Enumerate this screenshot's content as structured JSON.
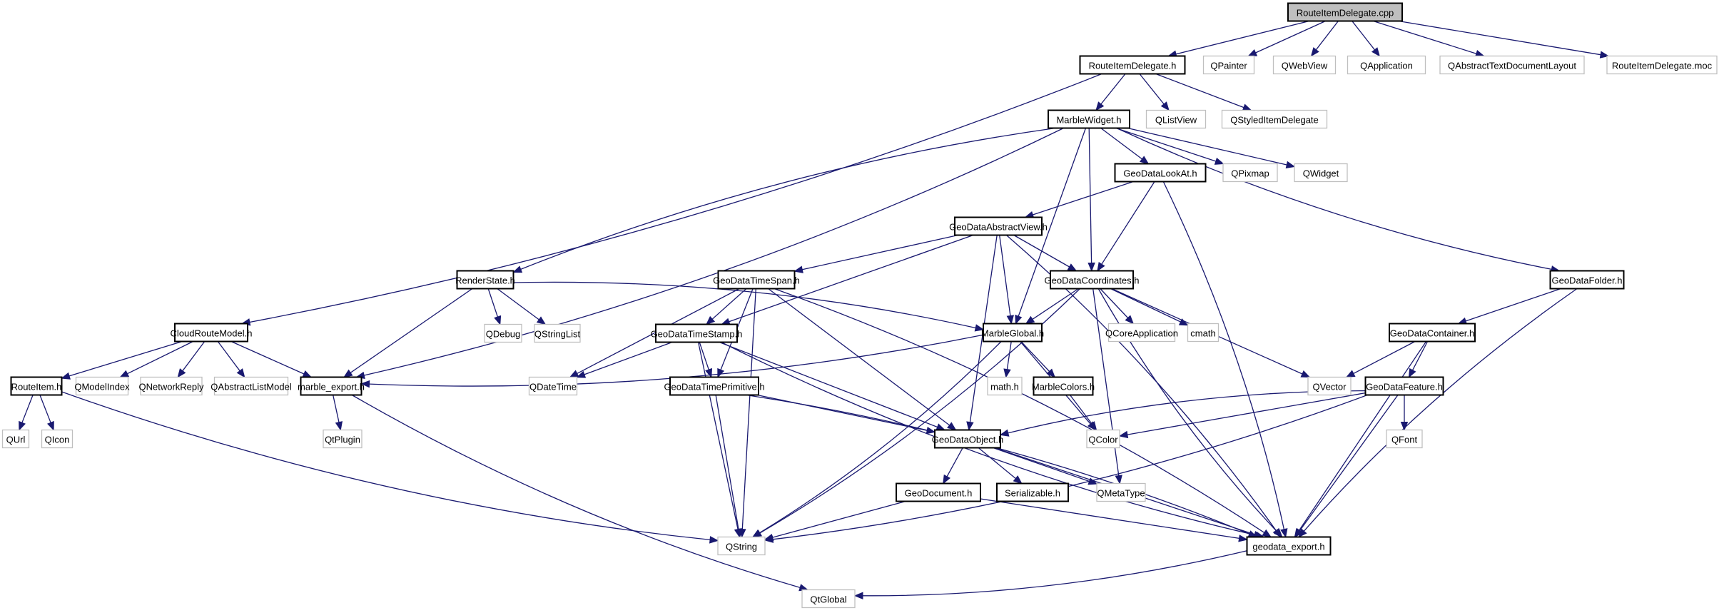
{
  "title": "RouteItemDelegate.cpp include dependency graph",
  "colors": {
    "edge": "#191970",
    "root_fill": "#bfbfbf",
    "internal_border": "#000000",
    "external_border": "#bfbfbf"
  },
  "nodes": [
    {
      "id": "RouteItemDelegate_cpp",
      "label": "RouteItemDelegate.cpp",
      "kind": "root"
    },
    {
      "id": "RouteItemDelegate_h",
      "label": "RouteItemDelegate.h",
      "kind": "internal"
    },
    {
      "id": "QPainter",
      "label": "QPainter",
      "kind": "external"
    },
    {
      "id": "QWebView",
      "label": "QWebView",
      "kind": "external"
    },
    {
      "id": "QApplication",
      "label": "QApplication",
      "kind": "external"
    },
    {
      "id": "QAbstractTextDocumentLayout",
      "label": "QAbstractTextDocumentLayout",
      "kind": "external"
    },
    {
      "id": "RouteItemDelegate_moc",
      "label": "RouteItemDelegate.moc",
      "kind": "external"
    },
    {
      "id": "MarbleWidget_h",
      "label": "MarbleWidget.h",
      "kind": "internal"
    },
    {
      "id": "QListView",
      "label": "QListView",
      "kind": "external"
    },
    {
      "id": "QStyledItemDelegate",
      "label": "QStyledItemDelegate",
      "kind": "external"
    },
    {
      "id": "GeoDataLookAt_h",
      "label": "GeoDataLookAt.h",
      "kind": "internal"
    },
    {
      "id": "QPixmap",
      "label": "QPixmap",
      "kind": "external"
    },
    {
      "id": "QWidget",
      "label": "QWidget",
      "kind": "external"
    },
    {
      "id": "GeoDataAbstractView_h",
      "label": "GeoDataAbstractView.h",
      "kind": "internal"
    },
    {
      "id": "RenderState_h",
      "label": "RenderState.h",
      "kind": "internal"
    },
    {
      "id": "GeoDataTimeSpan_h",
      "label": "GeoDataTimeSpan.h",
      "kind": "internal"
    },
    {
      "id": "GeoDataCoordinates_h",
      "label": "GeoDataCoordinates.h",
      "kind": "internal"
    },
    {
      "id": "GeoDataFolder_h",
      "label": "GeoDataFolder.h",
      "kind": "internal"
    },
    {
      "id": "CloudRouteModel_h",
      "label": "CloudRouteModel.h",
      "kind": "internal"
    },
    {
      "id": "QDebug",
      "label": "QDebug",
      "kind": "external"
    },
    {
      "id": "QStringList",
      "label": "QStringList",
      "kind": "external"
    },
    {
      "id": "GeoDataTimeStamp_h",
      "label": "GeoDataTimeStamp.h",
      "kind": "internal"
    },
    {
      "id": "MarbleGlobal_h",
      "label": "MarbleGlobal.h",
      "kind": "internal"
    },
    {
      "id": "QCoreApplication",
      "label": "QCoreApplication",
      "kind": "external"
    },
    {
      "id": "cmath",
      "label": "cmath",
      "kind": "external"
    },
    {
      "id": "GeoDataContainer_h",
      "label": "GeoDataContainer.h",
      "kind": "internal"
    },
    {
      "id": "RouteItem_h",
      "label": "RouteItem.h",
      "kind": "internal"
    },
    {
      "id": "QModelIndex",
      "label": "QModelIndex",
      "kind": "external"
    },
    {
      "id": "QNetworkReply",
      "label": "QNetworkReply",
      "kind": "external"
    },
    {
      "id": "QAbstractListModel",
      "label": "QAbstractListModel",
      "kind": "external"
    },
    {
      "id": "marble_export_h",
      "label": "marble_export.h",
      "kind": "internal"
    },
    {
      "id": "QDateTime",
      "label": "QDateTime",
      "kind": "external"
    },
    {
      "id": "GeoDataTimePrimitive_h",
      "label": "GeoDataTimePrimitive.h",
      "kind": "internal"
    },
    {
      "id": "math_h",
      "label": "math.h",
      "kind": "external"
    },
    {
      "id": "MarbleColors_h",
      "label": "MarbleColors.h",
      "kind": "internal"
    },
    {
      "id": "QVector",
      "label": "QVector",
      "kind": "external"
    },
    {
      "id": "GeoDataFeature_h",
      "label": "GeoDataFeature.h",
      "kind": "internal"
    },
    {
      "id": "QUrl",
      "label": "QUrl",
      "kind": "external"
    },
    {
      "id": "QIcon",
      "label": "QIcon",
      "kind": "external"
    },
    {
      "id": "QtPlugin",
      "label": "QtPlugin",
      "kind": "external"
    },
    {
      "id": "GeoDataObject_h",
      "label": "GeoDataObject.h",
      "kind": "internal"
    },
    {
      "id": "QColor",
      "label": "QColor",
      "kind": "external"
    },
    {
      "id": "QFont",
      "label": "QFont",
      "kind": "external"
    },
    {
      "id": "GeoDocument_h",
      "label": "GeoDocument.h",
      "kind": "internal"
    },
    {
      "id": "Serializable_h",
      "label": "Serializable.h",
      "kind": "internal"
    },
    {
      "id": "QMetaType",
      "label": "QMetaType",
      "kind": "external"
    },
    {
      "id": "QString",
      "label": "QString",
      "kind": "external"
    },
    {
      "id": "geodata_export_h",
      "label": "geodata_export.h",
      "kind": "internal"
    },
    {
      "id": "QtGlobal",
      "label": "QtGlobal",
      "kind": "external"
    }
  ],
  "edges": [
    [
      "RouteItemDelegate_cpp",
      "RouteItemDelegate_h"
    ],
    [
      "RouteItemDelegate_cpp",
      "QPainter"
    ],
    [
      "RouteItemDelegate_cpp",
      "QWebView"
    ],
    [
      "RouteItemDelegate_cpp",
      "QApplication"
    ],
    [
      "RouteItemDelegate_cpp",
      "QAbstractTextDocumentLayout"
    ],
    [
      "RouteItemDelegate_cpp",
      "RouteItemDelegate_moc"
    ],
    [
      "RouteItemDelegate_h",
      "CloudRouteModel_h"
    ],
    [
      "RouteItemDelegate_h",
      "MarbleWidget_h"
    ],
    [
      "RouteItemDelegate_h",
      "QListView"
    ],
    [
      "RouteItemDelegate_h",
      "QStyledItemDelegate"
    ],
    [
      "MarbleWidget_h",
      "marble_export_h"
    ],
    [
      "MarbleWidget_h",
      "RenderState_h"
    ],
    [
      "MarbleWidget_h",
      "MarbleGlobal_h"
    ],
    [
      "MarbleWidget_h",
      "GeoDataCoordinates_h"
    ],
    [
      "MarbleWidget_h",
      "GeoDataLookAt_h"
    ],
    [
      "MarbleWidget_h",
      "QPixmap"
    ],
    [
      "MarbleWidget_h",
      "QWidget"
    ],
    [
      "MarbleWidget_h",
      "GeoDataFolder_h"
    ],
    [
      "GeoDataLookAt_h",
      "GeoDataAbstractView_h"
    ],
    [
      "GeoDataLookAt_h",
      "GeoDataCoordinates_h"
    ],
    [
      "GeoDataLookAt_h",
      "geodata_export_h"
    ],
    [
      "GeoDataAbstractView_h",
      "GeoDataTimeSpan_h"
    ],
    [
      "GeoDataAbstractView_h",
      "GeoDataTimeStamp_h"
    ],
    [
      "GeoDataAbstractView_h",
      "GeoDataCoordinates_h"
    ],
    [
      "GeoDataAbstractView_h",
      "MarbleGlobal_h"
    ],
    [
      "GeoDataAbstractView_h",
      "GeoDataObject_h"
    ],
    [
      "GeoDataAbstractView_h",
      "geodata_export_h"
    ],
    [
      "RenderState_h",
      "marble_export_h"
    ],
    [
      "RenderState_h",
      "QDebug"
    ],
    [
      "RenderState_h",
      "QStringList"
    ],
    [
      "RenderState_h",
      "MarbleGlobal_h"
    ],
    [
      "GeoDataTimeSpan_h",
      "GeoDataTimeStamp_h"
    ],
    [
      "GeoDataTimeSpan_h",
      "GeoDataTimePrimitive_h"
    ],
    [
      "GeoDataTimeSpan_h",
      "QDateTime"
    ],
    [
      "GeoDataTimeSpan_h",
      "QString"
    ],
    [
      "GeoDataTimeSpan_h",
      "GeoDataObject_h"
    ],
    [
      "GeoDataTimeSpan_h",
      "geodata_export_h"
    ],
    [
      "GeoDataTimeStamp_h",
      "QDateTime"
    ],
    [
      "GeoDataTimeStamp_h",
      "GeoDataTimePrimitive_h"
    ],
    [
      "GeoDataTimeStamp_h",
      "QString"
    ],
    [
      "GeoDataTimeStamp_h",
      "GeoDataObject_h"
    ],
    [
      "GeoDataTimeStamp_h",
      "geodata_export_h"
    ],
    [
      "GeoDataTimePrimitive_h",
      "GeoDataObject_h"
    ],
    [
      "GeoDataTimePrimitive_h",
      "QString"
    ],
    [
      "GeoDataTimePrimitive_h",
      "geodata_export_h"
    ],
    [
      "GeoDataCoordinates_h",
      "MarbleGlobal_h"
    ],
    [
      "GeoDataCoordinates_h",
      "QCoreApplication"
    ],
    [
      "GeoDataCoordinates_h",
      "cmath"
    ],
    [
      "GeoDataCoordinates_h",
      "QVector"
    ],
    [
      "GeoDataCoordinates_h",
      "QMetaType"
    ],
    [
      "GeoDataCoordinates_h",
      "QString"
    ],
    [
      "GeoDataCoordinates_h",
      "geodata_export_h"
    ],
    [
      "MarbleGlobal_h",
      "marble_export_h"
    ],
    [
      "MarbleGlobal_h",
      "math_h"
    ],
    [
      "MarbleGlobal_h",
      "MarbleColors_h"
    ],
    [
      "MarbleGlobal_h",
      "QColor"
    ],
    [
      "MarbleGlobal_h",
      "QString"
    ],
    [
      "MarbleColors_h",
      "QColor"
    ],
    [
      "GeoDataFolder_h",
      "GeoDataContainer_h"
    ],
    [
      "GeoDataFolder_h",
      "geodata_export_h"
    ],
    [
      "GeoDataContainer_h",
      "QVector"
    ],
    [
      "GeoDataContainer_h",
      "GeoDataFeature_h"
    ],
    [
      "GeoDataContainer_h",
      "geodata_export_h"
    ],
    [
      "GeoDataFeature_h",
      "GeoDataObject_h"
    ],
    [
      "GeoDataFeature_h",
      "QColor"
    ],
    [
      "GeoDataFeature_h",
      "QFont"
    ],
    [
      "GeoDataFeature_h",
      "QString"
    ],
    [
      "GeoDataFeature_h",
      "geodata_export_h"
    ],
    [
      "CloudRouteModel_h",
      "RouteItem_h"
    ],
    [
      "CloudRouteModel_h",
      "QModelIndex"
    ],
    [
      "CloudRouteModel_h",
      "QNetworkReply"
    ],
    [
      "CloudRouteModel_h",
      "QAbstractListModel"
    ],
    [
      "CloudRouteModel_h",
      "marble_export_h"
    ],
    [
      "RouteItem_h",
      "QUrl"
    ],
    [
      "RouteItem_h",
      "QIcon"
    ],
    [
      "RouteItem_h",
      "QString"
    ],
    [
      "marble_export_h",
      "QtPlugin"
    ],
    [
      "marble_export_h",
      "QtGlobal"
    ],
    [
      "GeoDataObject_h",
      "GeoDocument_h"
    ],
    [
      "GeoDataObject_h",
      "Serializable_h"
    ],
    [
      "GeoDataObject_h",
      "QMetaType"
    ],
    [
      "GeoDataObject_h",
      "geodata_export_h"
    ],
    [
      "GeoDocument_h",
      "QString"
    ],
    [
      "GeoDocument_h",
      "geodata_export_h"
    ],
    [
      "geodata_export_h",
      "QtGlobal"
    ]
  ]
}
